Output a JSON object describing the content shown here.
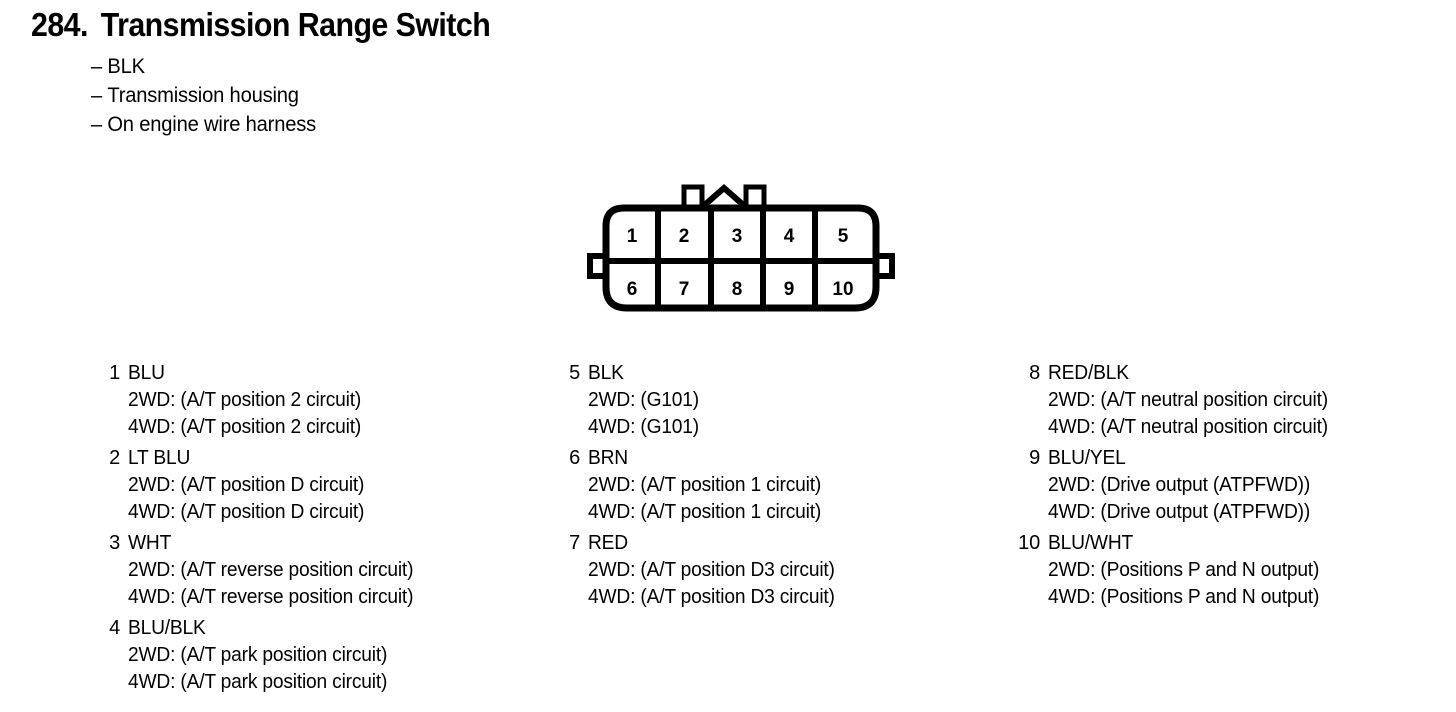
{
  "header": {
    "number": "284.",
    "title": "Transmission Range Switch",
    "attributes": [
      "BLK",
      "Transmission housing",
      "On engine wire harness"
    ],
    "dash": "–"
  },
  "connector": {
    "name": "10-pin connector face view",
    "rows": [
      [
        "1",
        "2",
        "3",
        "4",
        "5"
      ],
      [
        "6",
        "7",
        "8",
        "9",
        "10"
      ]
    ],
    "outline_color": "#000000",
    "fill_color": "#ffffff"
  },
  "legend": {
    "columns": [
      {
        "pins": [
          {
            "number": "1",
            "color": "BLU",
            "details": [
              "2WD: (A/T position 2 circuit)",
              "4WD: (A/T position 2 circuit)"
            ]
          },
          {
            "number": "2",
            "color": "LT BLU",
            "details": [
              "2WD: (A/T position D circuit)",
              "4WD: (A/T position D circuit)"
            ]
          },
          {
            "number": "3",
            "color": "WHT",
            "details": [
              "2WD: (A/T reverse position circuit)",
              "4WD: (A/T reverse position circuit)"
            ]
          },
          {
            "number": "4",
            "color": "BLU/BLK",
            "details": [
              "2WD: (A/T park position circuit)",
              "4WD: (A/T park position circuit)"
            ]
          }
        ]
      },
      {
        "pins": [
          {
            "number": "5",
            "color": "BLK",
            "details": [
              "2WD: (G101)",
              "4WD: (G101)"
            ]
          },
          {
            "number": "6",
            "color": "BRN",
            "details": [
              "2WD: (A/T position 1 circuit)",
              "4WD: (A/T position 1 circuit)"
            ]
          },
          {
            "number": "7",
            "color": "RED",
            "details": [
              "2WD: (A/T position D3 circuit)",
              "4WD: (A/T position D3 circuit)"
            ]
          }
        ]
      },
      {
        "pins": [
          {
            "number": "8",
            "color": "RED/BLK",
            "details": [
              "2WD: (A/T neutral position circuit)",
              "4WD: (A/T neutral position circuit)"
            ]
          },
          {
            "number": "9",
            "color": "BLU/YEL",
            "details": [
              "2WD: (Drive output (ATPFWD))",
              "4WD: (Drive output (ATPFWD))"
            ]
          },
          {
            "number": "10",
            "color": "BLU/WHT",
            "details": [
              "2WD: (Positions P and N output)",
              "4WD: (Positions P and N output)"
            ]
          }
        ]
      }
    ]
  }
}
